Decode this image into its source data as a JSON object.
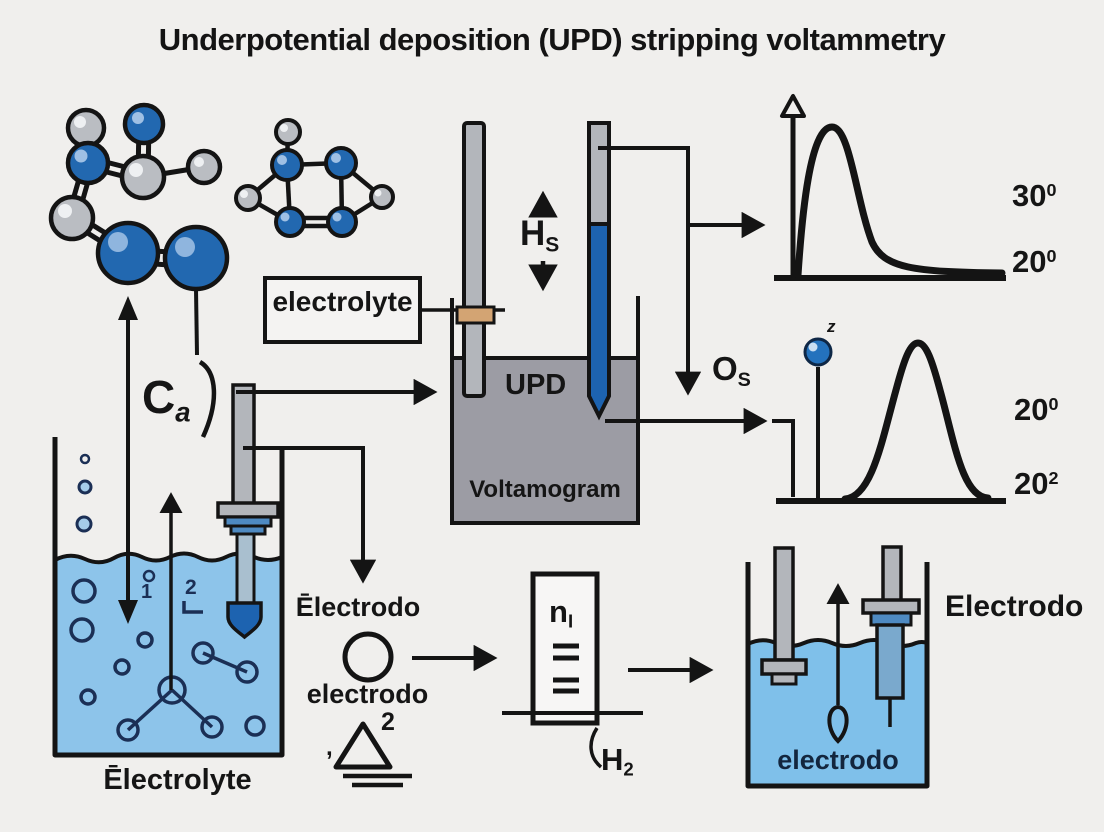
{
  "title": "Underpotential deposition (UPD) stripping voltammetry",
  "colors": {
    "background": "#f0efed",
    "ink": "#141414",
    "atom_blue": "#2268b0",
    "atom_gray": "#babdc2",
    "cell_liquid_gray": "#9c9ca4",
    "beaker_liquid_blue": "#8dc4ea",
    "beaker2_liquid_blue": "#7fc0ea",
    "electrode_gray": "#b3b6bb",
    "electrode_blue": "#1d63b0",
    "tan_band": "#d3a473",
    "decor_navy": "#1b2f55"
  },
  "electrolyte_box": {
    "label": "electrolyte"
  },
  "upd_cell": {
    "label": "UPD",
    "sublabel": "Voltamogram"
  },
  "annotations": {
    "h_s": {
      "base": "H",
      "sub": "S"
    },
    "o_s": {
      "base": "O",
      "sub": "S"
    },
    "c_a": {
      "base": "C",
      "sub": "a"
    },
    "n_i": {
      "base": "n",
      "sub": "I"
    },
    "h_2": {
      "base": "H",
      "sub": "2"
    },
    "delta_superscript": "2",
    "delta_comma": ",",
    "bubble_mark_1": "1",
    "bubble_mark_2": "2",
    "lollipop_squiggle": "z"
  },
  "voltammogram_top": {
    "label_upper": {
      "base": "30",
      "sup": "0"
    },
    "label_lower": {
      "base": "20",
      "sup": "0"
    }
  },
  "voltammogram_bottom": {
    "label_upper": {
      "base": "20",
      "sup": "0"
    },
    "label_lower": {
      "base": "20",
      "sup": "2"
    }
  },
  "beaker_left": {
    "caption": "Ēlectrolyte"
  },
  "middle_column": {
    "electrode_title": "Ēlectrodo",
    "electrode_label": "electrodo"
  },
  "beaker_right": {
    "label": "electrodo",
    "caption": "Electrodo"
  }
}
